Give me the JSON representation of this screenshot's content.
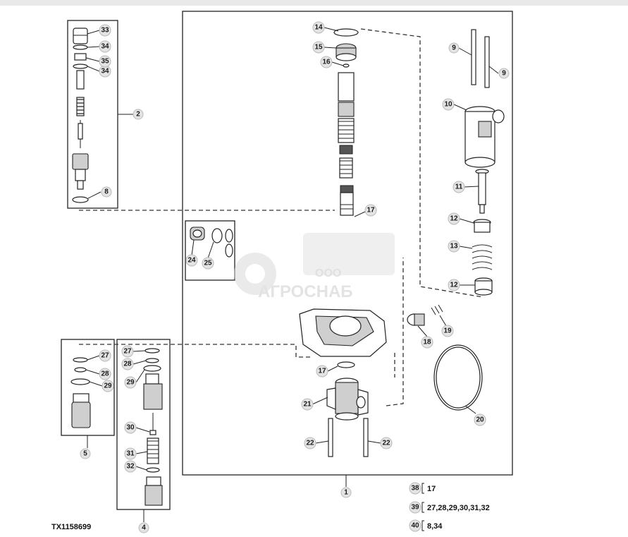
{
  "figure_id": "TX1158699",
  "watermark": {
    "company_prefix": "ООО",
    "company_name": "АГРОСНАБ"
  },
  "callouts": [
    "1",
    "2",
    "4",
    "5",
    "8",
    "9",
    "9",
    "10",
    "11",
    "12",
    "12",
    "13",
    "14",
    "15",
    "16",
    "17",
    "17",
    "18",
    "19",
    "20",
    "21",
    "22",
    "22",
    "24",
    "25",
    "27",
    "28",
    "29",
    "27",
    "28",
    "29",
    "30",
    "31",
    "32",
    "33",
    "34",
    "34",
    "35"
  ],
  "legend": [
    {
      "code": "38",
      "items": "17"
    },
    {
      "code": "39",
      "items": "27,28,29,30,31,32"
    },
    {
      "code": "40",
      "items": "8,34"
    }
  ],
  "colors": {
    "callout_fill": "#e4e4e4",
    "line": "#222222",
    "watermark": "#d6d6d6"
  }
}
